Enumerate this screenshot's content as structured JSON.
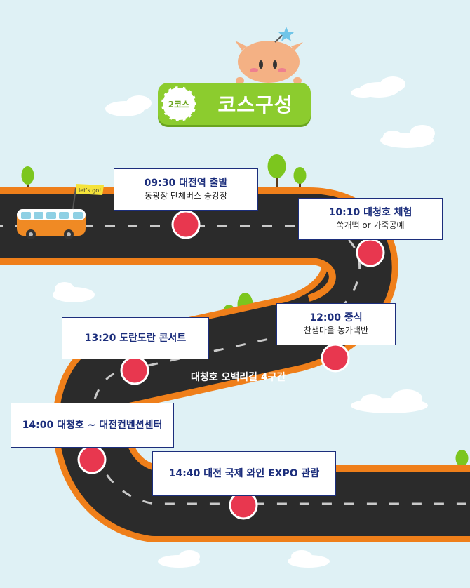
{
  "badge": {
    "course_number": "2코스",
    "title": "코스구성"
  },
  "flag_text": "let's go!",
  "road_label": "대청호 오백리길 4구간",
  "stops": [
    {
      "title": "09:30 대전역 출발",
      "subtitle": "동광장 단체버스 승강장"
    },
    {
      "title": "10:10 대청호 체험",
      "subtitle": "쑥개떡 or 가죽공예"
    },
    {
      "title": "12:00 중식",
      "subtitle": "찬샘마을 농가백반"
    },
    {
      "title": "13:20 도란도란 콘서트",
      "subtitle": ""
    },
    {
      "title": "14:00 대청호 ~ 대전컨벤션센터",
      "subtitle": ""
    },
    {
      "title": "14:40 대전 국제 와인 EXPO 관람",
      "subtitle": ""
    }
  ],
  "colors": {
    "background": "#dff1f5",
    "road": "#2b2b2b",
    "road_edge": "#ef7f1a",
    "badge": "#8ccc2e",
    "card_text": "#1c2e7c",
    "pin": "#e8374f",
    "tree": "#7cc61e",
    "bus": "#f08a24"
  }
}
